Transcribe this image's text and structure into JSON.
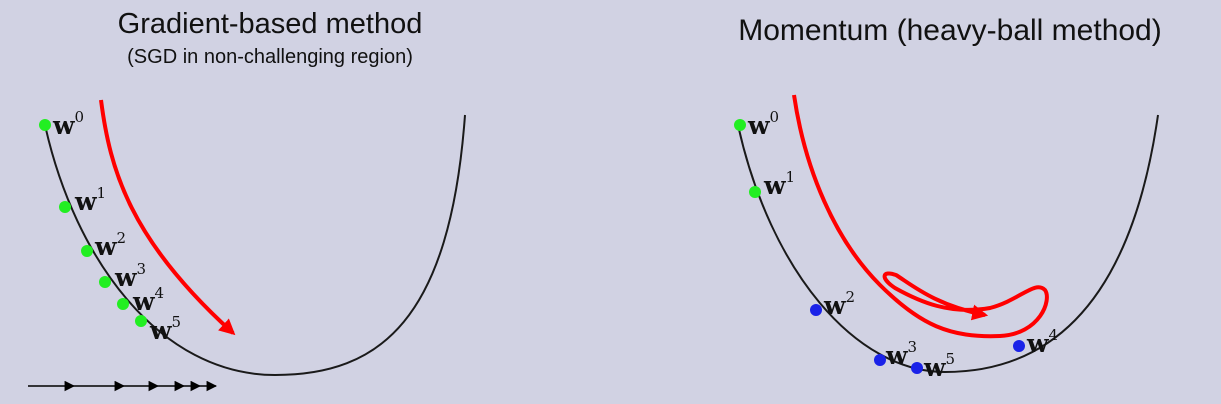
{
  "left_panel": {
    "title": "Gradient-based method",
    "subtitle": "(SGD in non-challenging region)",
    "point_color": "#22ee22",
    "labels": [
      {
        "base": "w",
        "exp": "0"
      },
      {
        "base": "w",
        "exp": "1"
      },
      {
        "base": "w",
        "exp": "2"
      },
      {
        "base": "w",
        "exp": "3"
      },
      {
        "base": "w",
        "exp": "4"
      },
      {
        "base": "w",
        "exp": "5"
      }
    ]
  },
  "right_panel": {
    "title": "Momentum (heavy-ball method)",
    "green_point_color": "#22ee22",
    "blue_point_color": "#1a22e8",
    "labels": [
      {
        "base": "w",
        "exp": "0"
      },
      {
        "base": "w",
        "exp": "1"
      },
      {
        "base": "w",
        "exp": "2"
      },
      {
        "base": "w",
        "exp": "3"
      },
      {
        "base": "w",
        "exp": "4"
      },
      {
        "base": "w",
        "exp": "5"
      }
    ]
  },
  "colors": {
    "background": "#d1d2e3",
    "curve": "#1a1a1a",
    "trajectory_arrow": "#ff0000"
  }
}
